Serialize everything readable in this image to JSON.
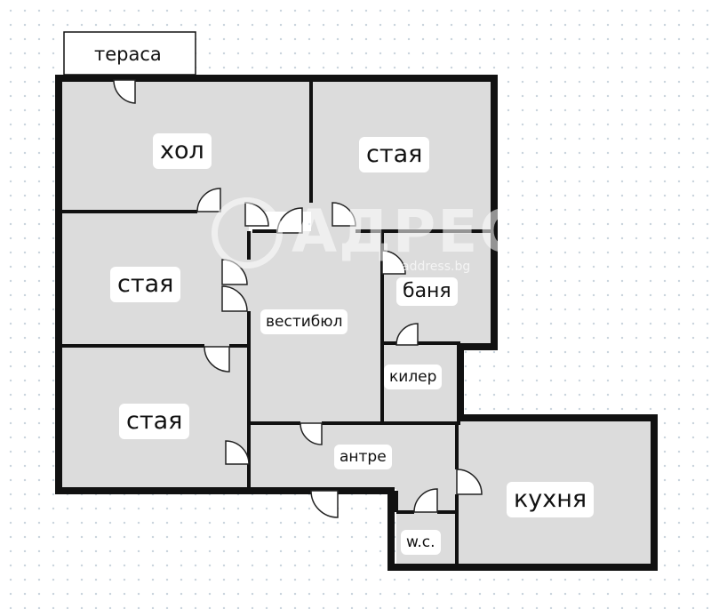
{
  "rooms": {
    "terrace": "тераса",
    "hall": "хол",
    "room_top_right": "стая",
    "room_left_middle": "стая",
    "room_left_bottom": "стая",
    "vestibule": "вестибюл",
    "bathroom": "баня",
    "storage": "килер",
    "entrance": "антре",
    "kitchen": "кухня",
    "wc": "w.c."
  },
  "watermark": {
    "brand": "АДРЕС",
    "site": "address.bg"
  },
  "colors": {
    "wall": "#111111",
    "room_fill": "#dcdcdc",
    "label_bg": "#ffffff",
    "background_dots": "#c9d3dd"
  }
}
